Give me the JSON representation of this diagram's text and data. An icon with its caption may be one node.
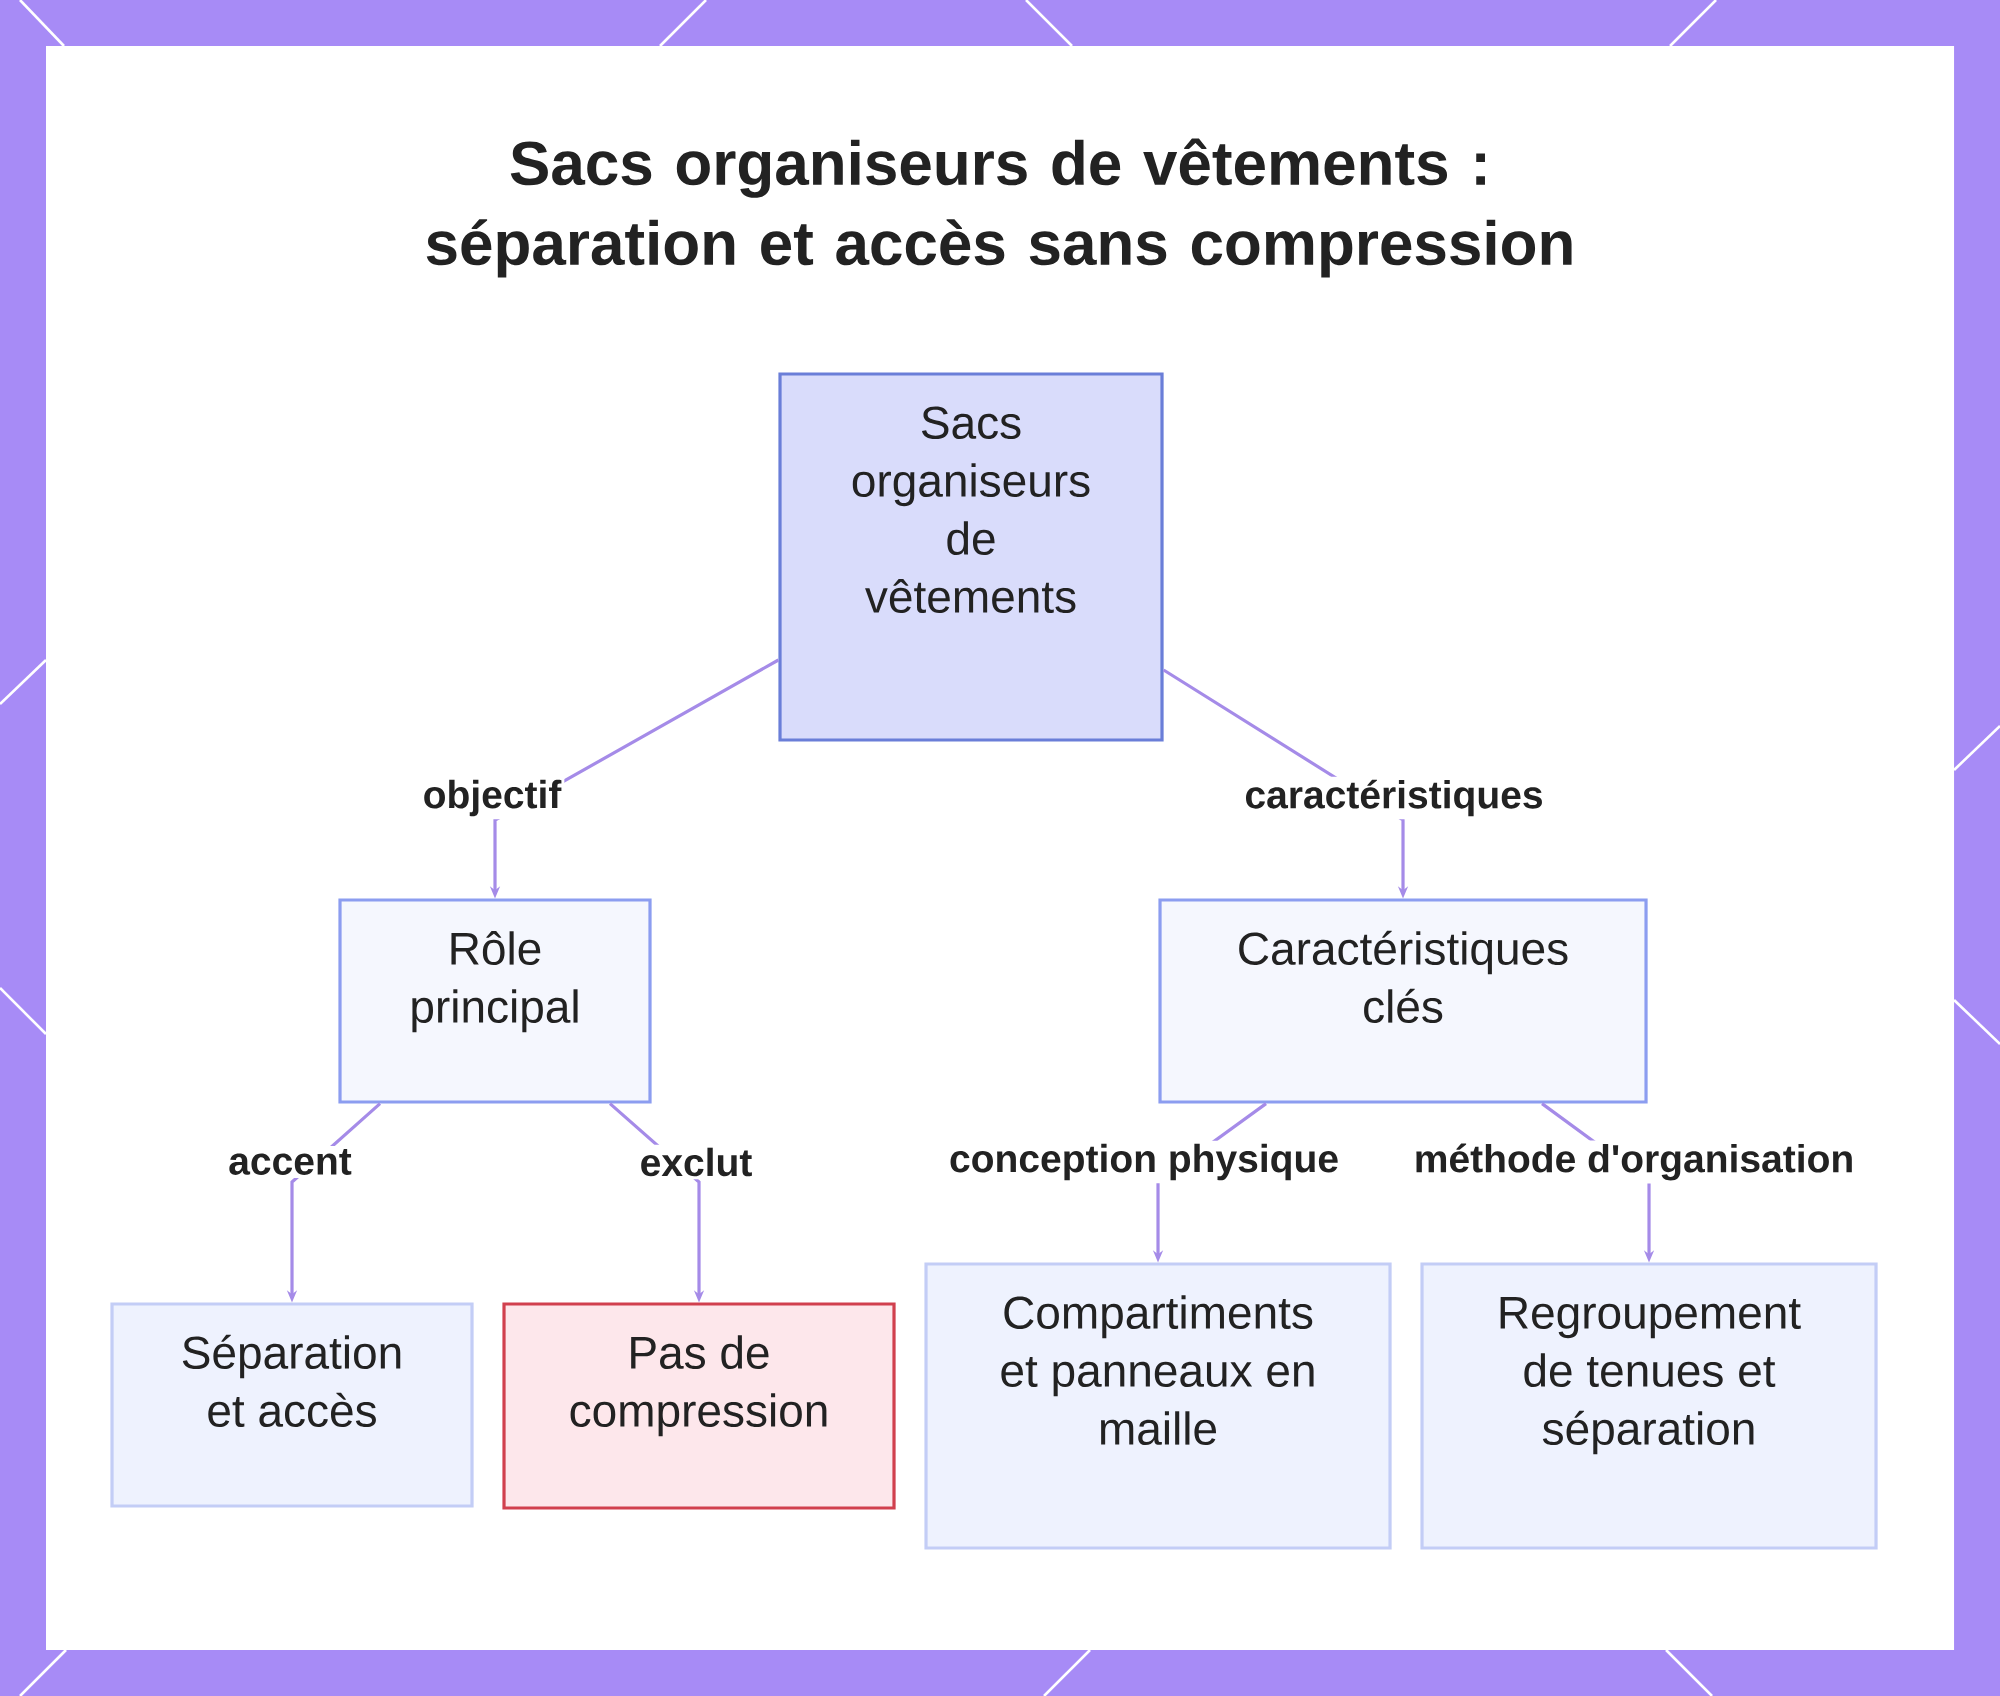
{
  "diagram": {
    "title": "Sacs organiseurs de vêtements : séparation et accès sans compression",
    "nodes": [
      {
        "text": [
          "Sacs organiseurs de vêtements"
        ]
      },
      {
        "text": [
          "Rôle principal"
        ]
      },
      {
        "text": [
          "Caractéristiques clés"
        ]
      },
      {
        "text": [
          "Séparation et accès"
        ]
      },
      {
        "text": [
          "Pas de compression"
        ]
      },
      {
        "text": [
          "Compartiments et panneaux en maille"
        ]
      },
      {
        "text": [
          "Regroupement de tenues et séparation"
        ]
      }
    ],
    "edges": [
      {
        "from": 0,
        "to": 1,
        "arrow": "to",
        "label": "objectif"
      },
      {
        "from": 0,
        "to": 2,
        "arrow": "to",
        "label": "caractéristiques"
      },
      {
        "from": 1,
        "to": 3,
        "arrow": "to",
        "label": "accent"
      },
      {
        "from": 1,
        "to": 4,
        "arrow": "to",
        "label": "exclut"
      },
      {
        "from": 2,
        "to": 5,
        "arrow": "to",
        "label": "conception physique"
      },
      {
        "from": 2,
        "to": 6,
        "arrow": "to",
        "label": "méthode d'organisation"
      }
    ]
  }
}
